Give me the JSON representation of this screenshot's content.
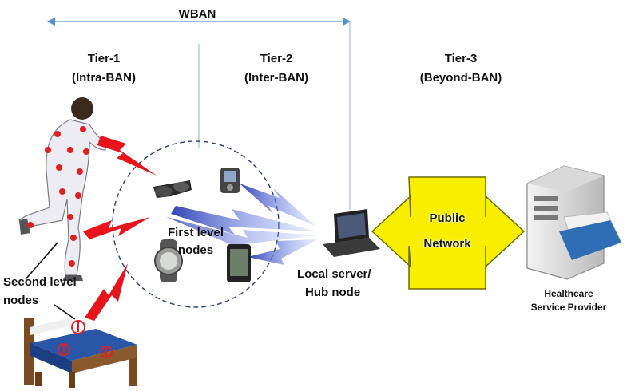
{
  "title": "WBAN",
  "tiers": [
    {
      "name": "Tier-1",
      "sub": "(Intra-BAN)"
    },
    {
      "name": "Tier-2",
      "sub": "(Inter-BAN)"
    },
    {
      "name": "Tier-3",
      "sub": "(Beyond-BAN)"
    }
  ],
  "labels": {
    "first_level_1": "First level",
    "first_level_2": "nodes",
    "second_level_1": "Second level",
    "second_level_2": "nodes",
    "local_server_1": "Local server/",
    "local_server_2": "Hub node",
    "public_1": "Public",
    "public_2": "Network",
    "provider_1": "Healthcare",
    "provider_2": "Service Provider"
  },
  "colors": {
    "wban_arrow": "#5a8fd0",
    "divider": "#9fbfe0",
    "lightning": "#e8131b",
    "wireless_beam": "#3a5fd8",
    "network_arrow": "#f7ee00",
    "network_arrow_stroke": "#6b6b00",
    "sensor_dot": "#e41e1e",
    "folder": "#2f6eb4"
  }
}
